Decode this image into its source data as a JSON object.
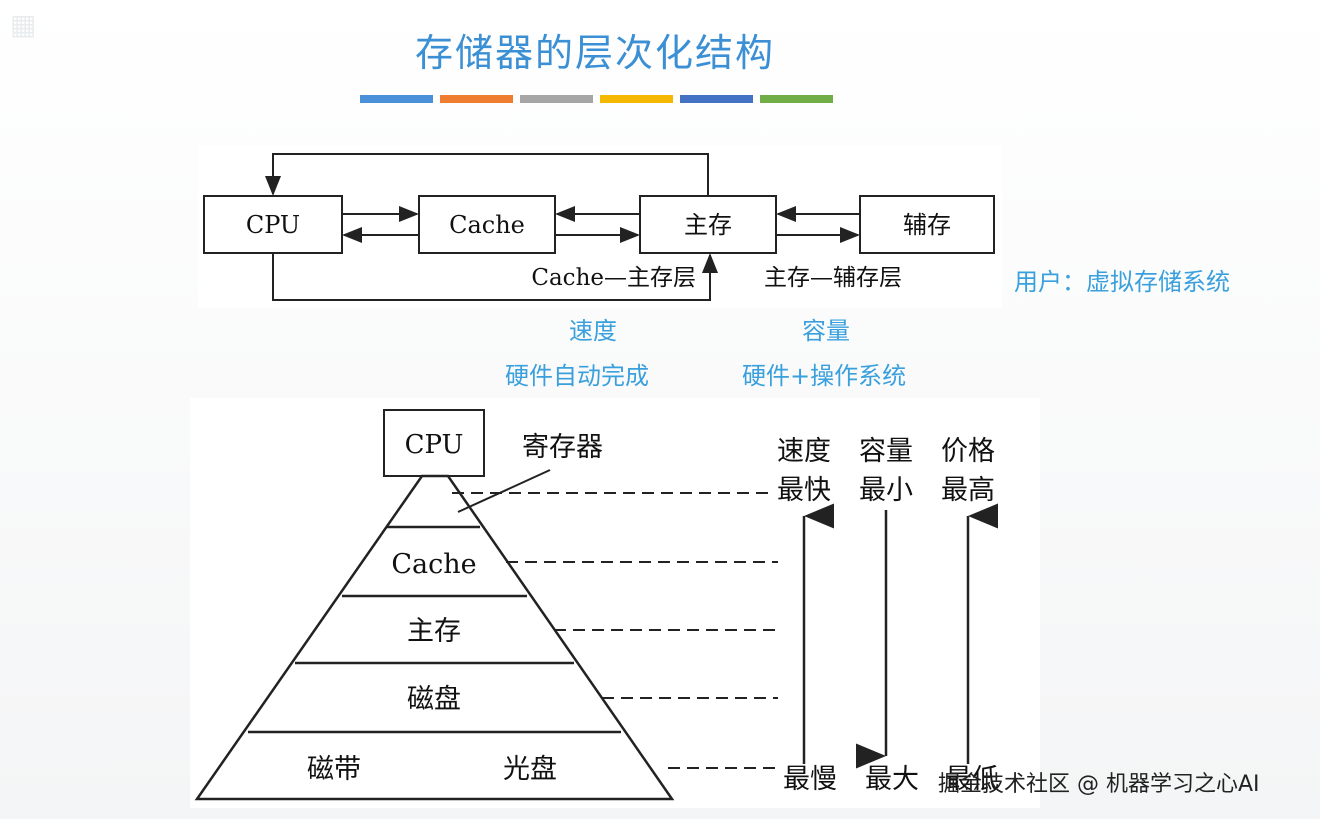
{
  "title": "存储器的层次化结构",
  "stripe_colors": [
    "#4a90d9",
    "#ee7d31",
    "#a6a6a6",
    "#f5b800",
    "#4472c4",
    "#70ad47"
  ],
  "top_diagram": {
    "boxes": {
      "cpu": "CPU",
      "cache": "Cache",
      "main": "主存",
      "aux": "辅存"
    },
    "layer_labels": {
      "cache_main": "Cache—主存层",
      "main_aux": "主存—辅存层"
    }
  },
  "notes": {
    "user": "用户：虚拟存储系统",
    "speed": "速度",
    "hw_auto": "硬件自动完成",
    "capacity": "容量",
    "hw_os": "硬件+操作系统"
  },
  "pyramid": {
    "top_box": "CPU",
    "register_label": "寄存器",
    "levels": [
      "Cache",
      "主存",
      "磁盘"
    ],
    "bottom_left": "磁带",
    "bottom_right": "光盘",
    "columns": [
      {
        "header": "速度",
        "top": "最快",
        "bottom": "最慢",
        "arrow": "up"
      },
      {
        "header": "容量",
        "top": "最小",
        "bottom": "最大",
        "arrow": "down"
      },
      {
        "header": "价格",
        "top": "最高",
        "bottom": "最低",
        "arrow": "up"
      }
    ]
  },
  "watermark": "掘金技术社区 @ 机器学习之心AI"
}
